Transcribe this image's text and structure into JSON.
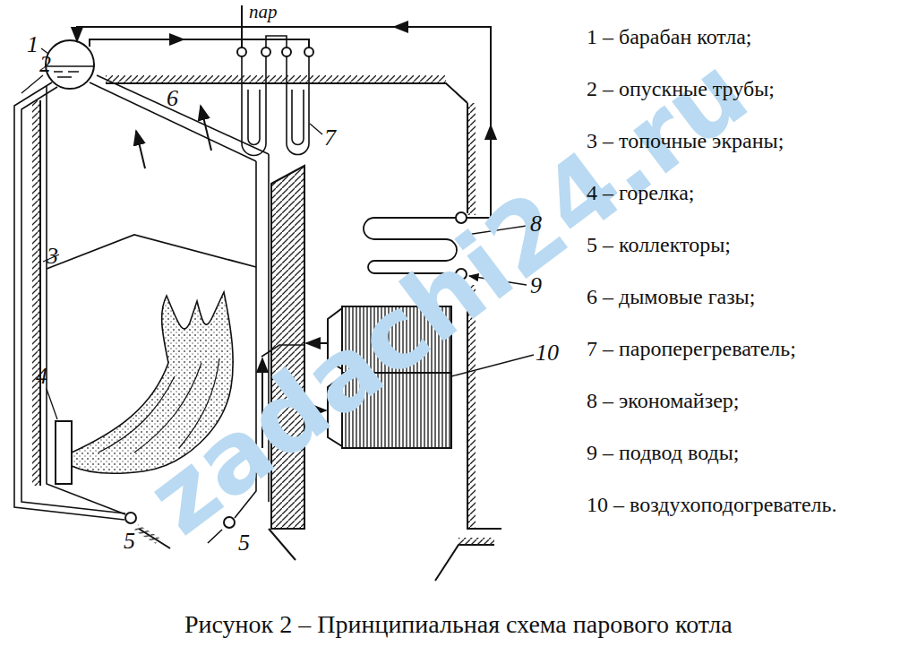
{
  "diagram": {
    "caption": "Рисунок 2 – Принципиальная схема парового котла",
    "labels": [
      "zadachi24.ru",
      "пар",
      "1",
      "2",
      "3",
      "4",
      "5",
      "5",
      "6",
      "7",
      "8",
      "9",
      "10",
      "1 – барабан котла;",
      "2 – опускные трубы;",
      "3 – топочные экраны;",
      "4 – горелка;",
      "5 – коллекторы;",
      "6 – дымовые газы;",
      "7 – пароперегреватель;",
      "8 – экономайзер;",
      "9 – подвод воды;",
      "10 – воздухоподогреватель."
    ]
  }
}
